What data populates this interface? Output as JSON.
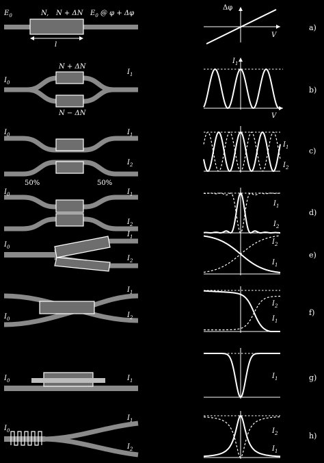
{
  "rows": [
    {
      "id": "a",
      "label": "a)",
      "device": {
        "input": "E",
        "input_sub": "0",
        "n_label": "N,",
        "dn_label": "N + ΔN",
        "output": "E",
        "output_sub": "0",
        "output_rest": " @ φ + Δφ",
        "length": "l"
      },
      "plot": {
        "y_axis": "Δφ",
        "x_axis": "V"
      }
    },
    {
      "id": "b",
      "label": "b)",
      "device": {
        "input": "I",
        "input_sub": "0",
        "upper": "N + ΔN",
        "lower": "N − ΔN",
        "output": "I",
        "output_sub": "1"
      },
      "plot": {
        "y_axis": "I",
        "y_axis_sub": "1",
        "x_axis": "V"
      }
    },
    {
      "id": "c",
      "label": "c)",
      "device": {
        "input": "I",
        "input_sub": "0",
        "out1": "I",
        "out1_sub": "1",
        "out2": "I",
        "out2_sub": "2",
        "split_left": "50%",
        "split_right": "50%"
      },
      "plot": {
        "curve1": "I",
        "curve1_sub": "1",
        "curve2": "I",
        "curve2_sub": "2"
      }
    },
    {
      "id": "d",
      "label": "d)",
      "device": {
        "input": "I",
        "input_sub": "0",
        "out1": "I",
        "out1_sub": "1",
        "out2": "I",
        "out2_sub": "2"
      },
      "plot": {
        "curve1": "I",
        "curve1_sub": "1",
        "curve2": "I",
        "curve2_sub": "2"
      }
    },
    {
      "id": "e",
      "label": "e)",
      "device": {
        "input": "I",
        "input_sub": "0",
        "out1": "I",
        "out1_sub": "1",
        "out2": "I",
        "out2_sub": "2"
      },
      "plot": {
        "curve1": "I",
        "curve1_sub": "2",
        "curve2": "I",
        "curve2_sub": "1"
      }
    },
    {
      "id": "f",
      "label": "f)",
      "device": {
        "input": "I",
        "input_sub": "0",
        "out1": "I",
        "out1_sub": "1",
        "out2": "I",
        "out2_sub": "2"
      },
      "plot": {
        "curve1": "I",
        "curve1_sub": "2",
        "curve2": "I",
        "curve2_sub": "1"
      }
    },
    {
      "id": "g",
      "label": "g)",
      "device": {
        "input": "I",
        "input_sub": "0",
        "output": "I",
        "output_sub": "1"
      },
      "plot": {
        "curve1": "I",
        "curve1_sub": "1"
      }
    },
    {
      "id": "h",
      "label": "h)",
      "device": {
        "input": "I",
        "input_sub": "0",
        "out1": "I",
        "out1_sub": "1",
        "out2": "I",
        "out2_sub": "2"
      },
      "plot": {
        "curve1": "I",
        "curve1_sub": "2",
        "curve2": "I",
        "curve2_sub": "1"
      }
    }
  ]
}
